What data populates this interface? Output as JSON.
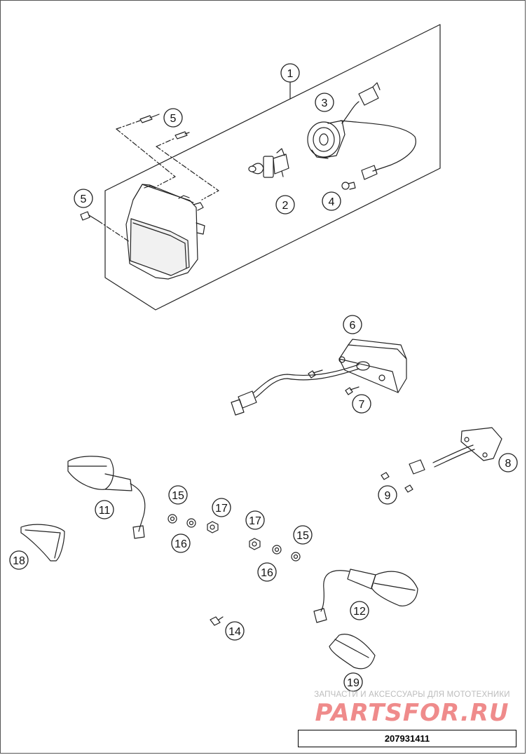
{
  "parts": [
    {
      "number": "1"
    },
    {
      "number": "2"
    },
    {
      "number": "3"
    },
    {
      "number": "4"
    },
    {
      "number": "5"
    },
    {
      "number": "5"
    },
    {
      "number": "6"
    },
    {
      "number": "7"
    },
    {
      "number": "8"
    },
    {
      "number": "9"
    },
    {
      "number": "11"
    },
    {
      "number": "12"
    },
    {
      "number": "14"
    },
    {
      "number": "15"
    },
    {
      "number": "15"
    },
    {
      "number": "16"
    },
    {
      "number": "16"
    },
    {
      "number": "17"
    },
    {
      "number": "17"
    },
    {
      "number": "18"
    },
    {
      "number": "19"
    }
  ],
  "watermark": {
    "tagline": "ЗАПЧАСТИ И АКСЕССУАРЫ ДЛЯ МОТОТЕХНИКИ",
    "logo": "PARTSFOR.RU"
  },
  "diagram_number": "207931411"
}
